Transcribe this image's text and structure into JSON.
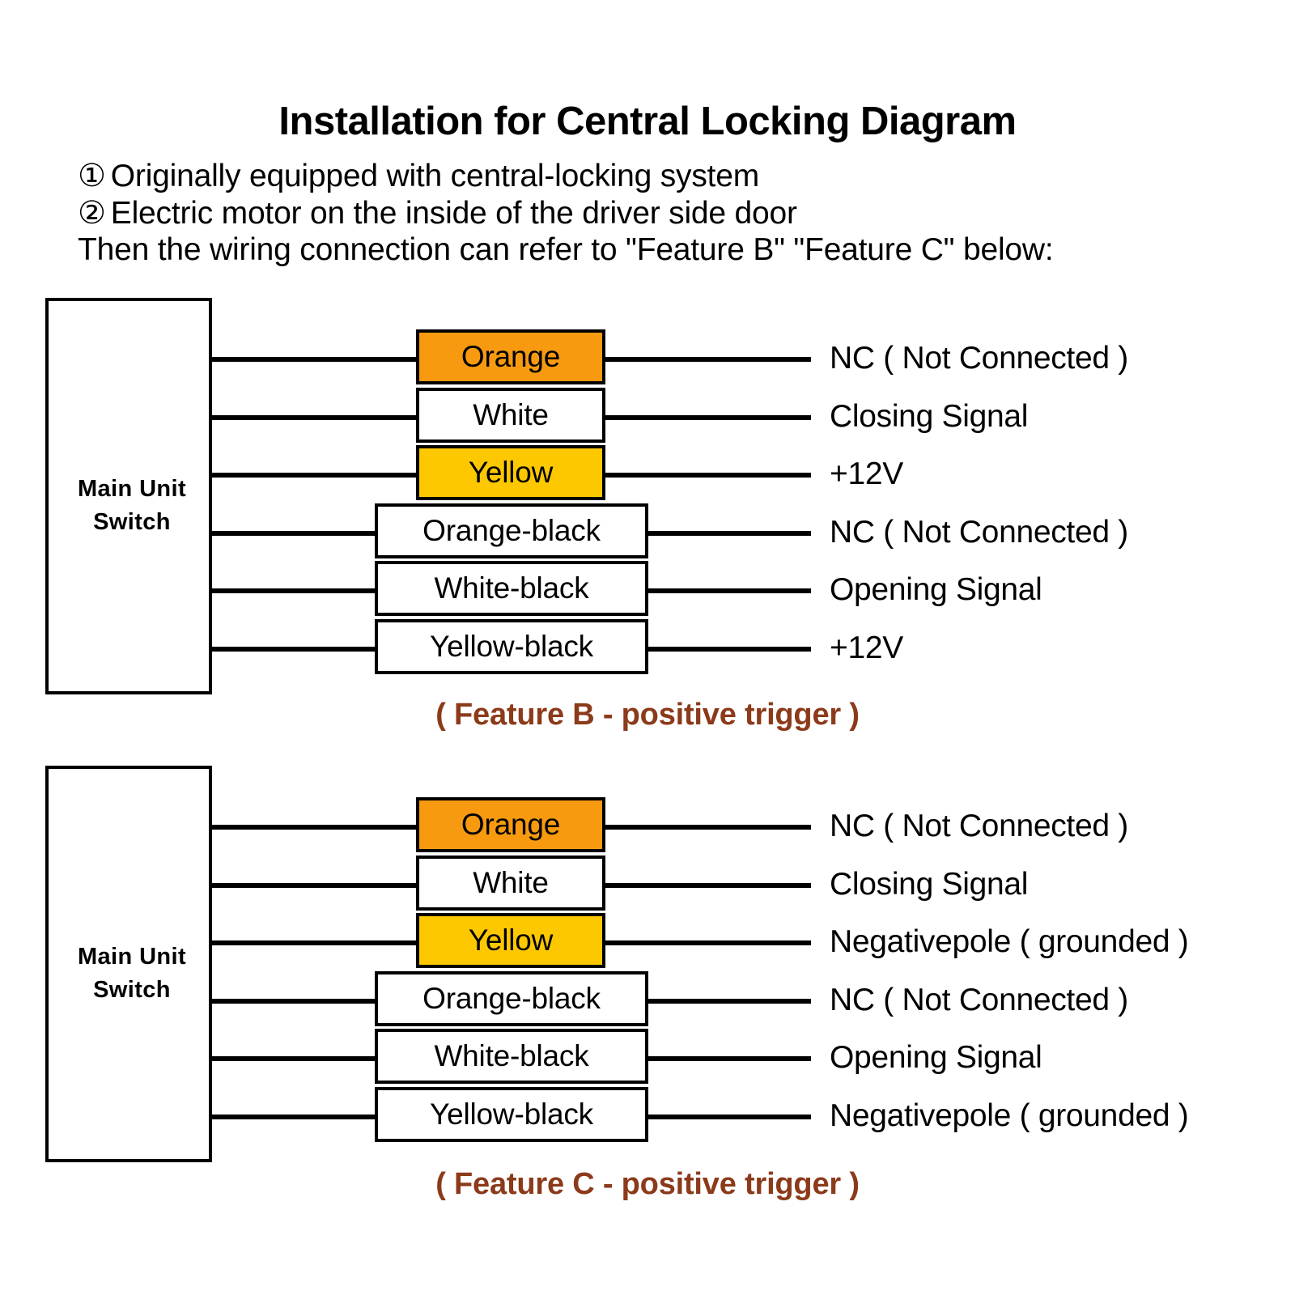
{
  "page": {
    "title": "Installation for Central Locking Diagram",
    "intro": [
      {
        "marker": "①",
        "text": "Originally equipped with central-locking system"
      },
      {
        "marker": "②",
        "text": "Electric motor on the inside of the driver side door"
      },
      {
        "marker": "",
        "text": "Then the wiring connection can refer to \"Feature B\" \"Feature C\" below:"
      }
    ]
  },
  "colors": {
    "orange": "#F79A10",
    "yellow": "#FDC800",
    "white": "#FFFFFF",
    "wire": "#000000",
    "caption": "#8B3A1A",
    "border": "#000000"
  },
  "diagrams": [
    {
      "id": "feature-b",
      "unit_label_line1": "Main Unit",
      "unit_label_line2": "Switch",
      "caption": "( Feature B - positive trigger )",
      "rows": [
        {
          "wire": "Orange",
          "swatch": "orange",
          "width": "narrow",
          "function": "NC ( Not Connected )"
        },
        {
          "wire": "White",
          "swatch": "white",
          "width": "narrow",
          "function": "Closing Signal"
        },
        {
          "wire": "Yellow",
          "swatch": "yellow",
          "width": "narrow",
          "function": "+12V"
        },
        {
          "wire": "Orange-black",
          "swatch": "white",
          "width": "wide",
          "function": "NC ( Not Connected )"
        },
        {
          "wire": "White-black",
          "swatch": "white",
          "width": "wide",
          "function": "Opening Signal"
        },
        {
          "wire": "Yellow-black",
          "swatch": "white",
          "width": "wide",
          "function": "+12V"
        }
      ]
    },
    {
      "id": "feature-c",
      "unit_label_line1": "Main Unit",
      "unit_label_line2": "Switch",
      "caption": "( Feature C - positive trigger )",
      "rows": [
        {
          "wire": "Orange",
          "swatch": "orange",
          "width": "narrow",
          "function": "NC ( Not Connected )"
        },
        {
          "wire": "White",
          "swatch": "white",
          "width": "narrow",
          "function": "Closing Signal"
        },
        {
          "wire": "Yellow",
          "swatch": "yellow",
          "width": "narrow",
          "function": "Negativepole ( grounded )"
        },
        {
          "wire": "Orange-black",
          "swatch": "white",
          "width": "wide",
          "function": "NC ( Not Connected )"
        },
        {
          "wire": "White-black",
          "swatch": "white",
          "width": "wide",
          "function": "Opening Signal"
        },
        {
          "wire": "Yellow-black",
          "swatch": "white",
          "width": "wide",
          "function": "Negativepole ( grounded )"
        }
      ]
    }
  ]
}
